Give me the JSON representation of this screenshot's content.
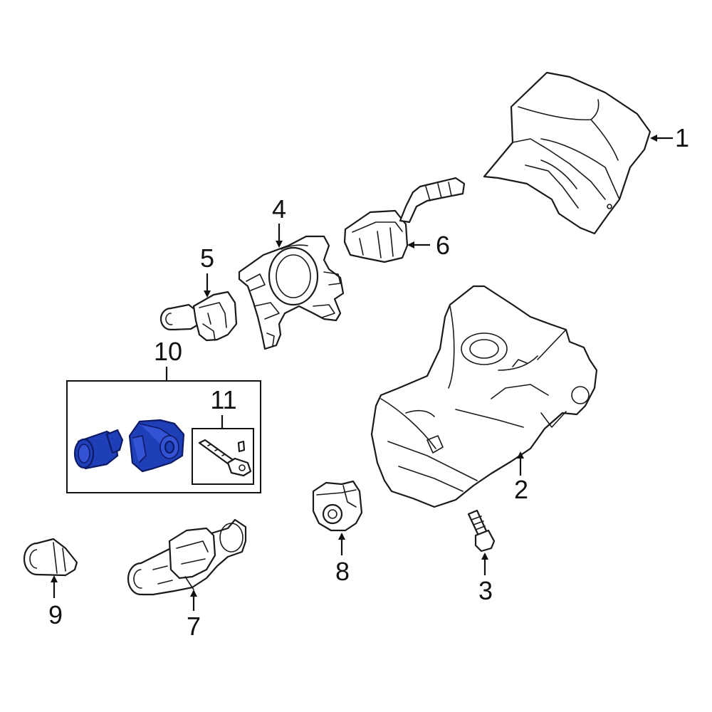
{
  "callouts": {
    "c1": "1",
    "c2": "2",
    "c3": "3",
    "c4": "4",
    "c5": "5",
    "c6": "6",
    "c7": "7",
    "c8": "8",
    "c9": "9",
    "c10": "10",
    "c11": "11"
  },
  "colors": {
    "highlight": "#1f3fb8",
    "line": "#1a1a1a",
    "background": "#ffffff"
  },
  "highlighted_parts": [
    "lock-cylinder",
    "lock-housing"
  ]
}
